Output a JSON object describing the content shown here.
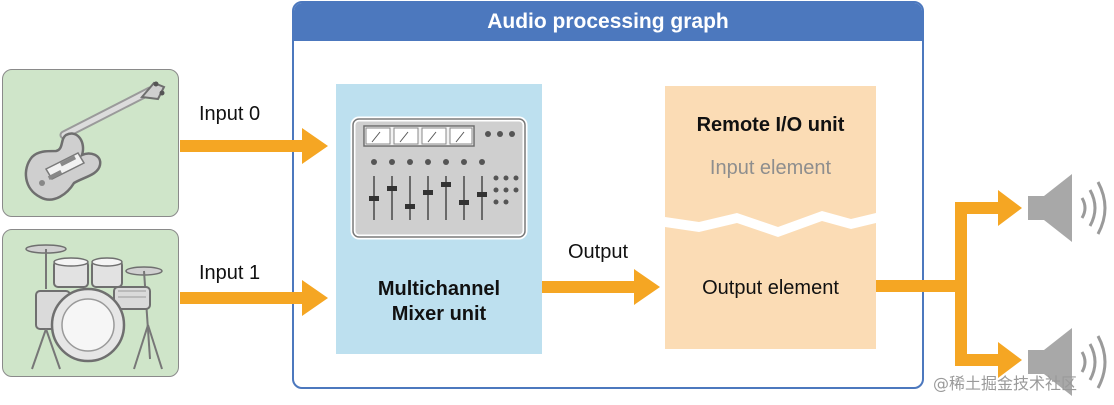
{
  "graph": {
    "title": "Audio processing graph"
  },
  "inputs": [
    {
      "label": "Input 0",
      "icon": "electric-guitar-icon"
    },
    {
      "label": "Input 1",
      "icon": "drum-kit-icon"
    }
  ],
  "mixer": {
    "line1": "Multichannel",
    "line2": "Mixer unit",
    "icon": "mixing-console-icon"
  },
  "connection": {
    "label": "Output"
  },
  "remote_io": {
    "title": "Remote I/O unit",
    "input_element": "Input element",
    "output_element": "Output element"
  },
  "outputs": [
    {
      "icon": "speaker-icon"
    },
    {
      "icon": "speaker-icon"
    }
  ],
  "watermark": "@稀土掘金技术社区",
  "colors": {
    "frame": "#4c78be",
    "mixer": "#bde0ef",
    "remote_io": "#fbdcb5",
    "source": "#cfe5c9",
    "arrow": "#f5a623"
  }
}
